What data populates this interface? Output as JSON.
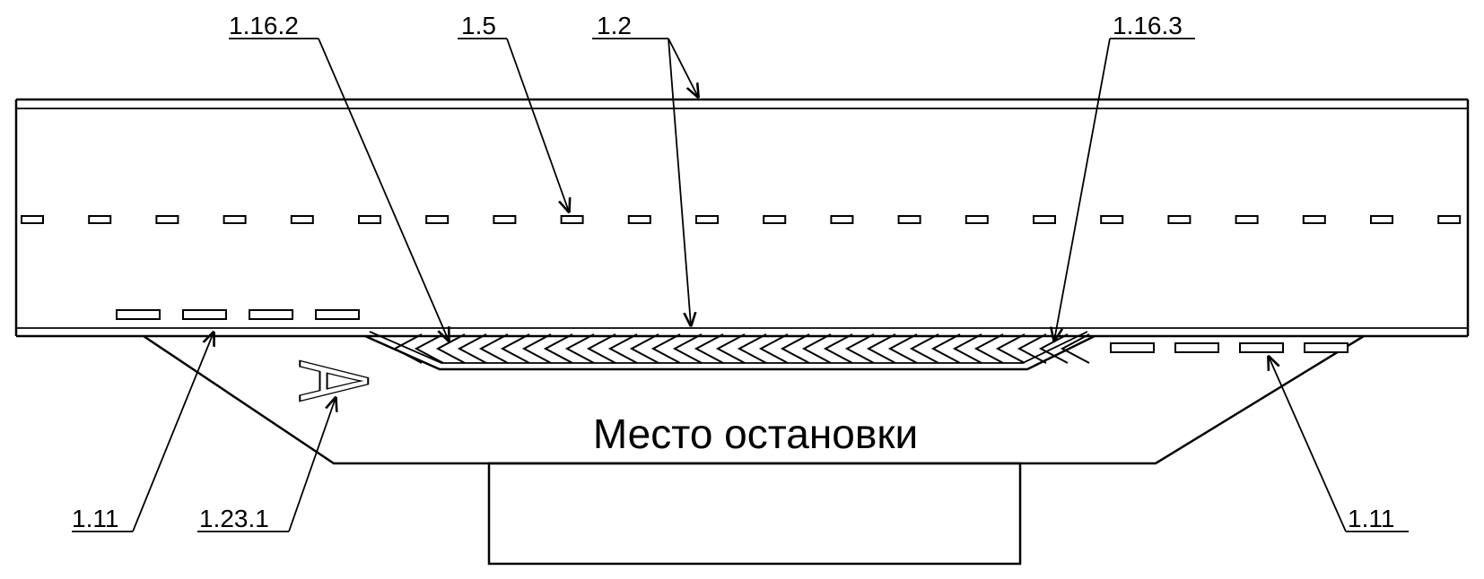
{
  "labels": {
    "l1": "1.16.2",
    "l2": "1.5",
    "l3": "1.2",
    "l4": "1.16.3",
    "l5": "1.11",
    "l6": "1.23.1",
    "l7": "1.11"
  },
  "stop_place": "Место остановки",
  "road_letter": "А",
  "colors": {
    "line": "#000000",
    "background": "#ffffff"
  }
}
